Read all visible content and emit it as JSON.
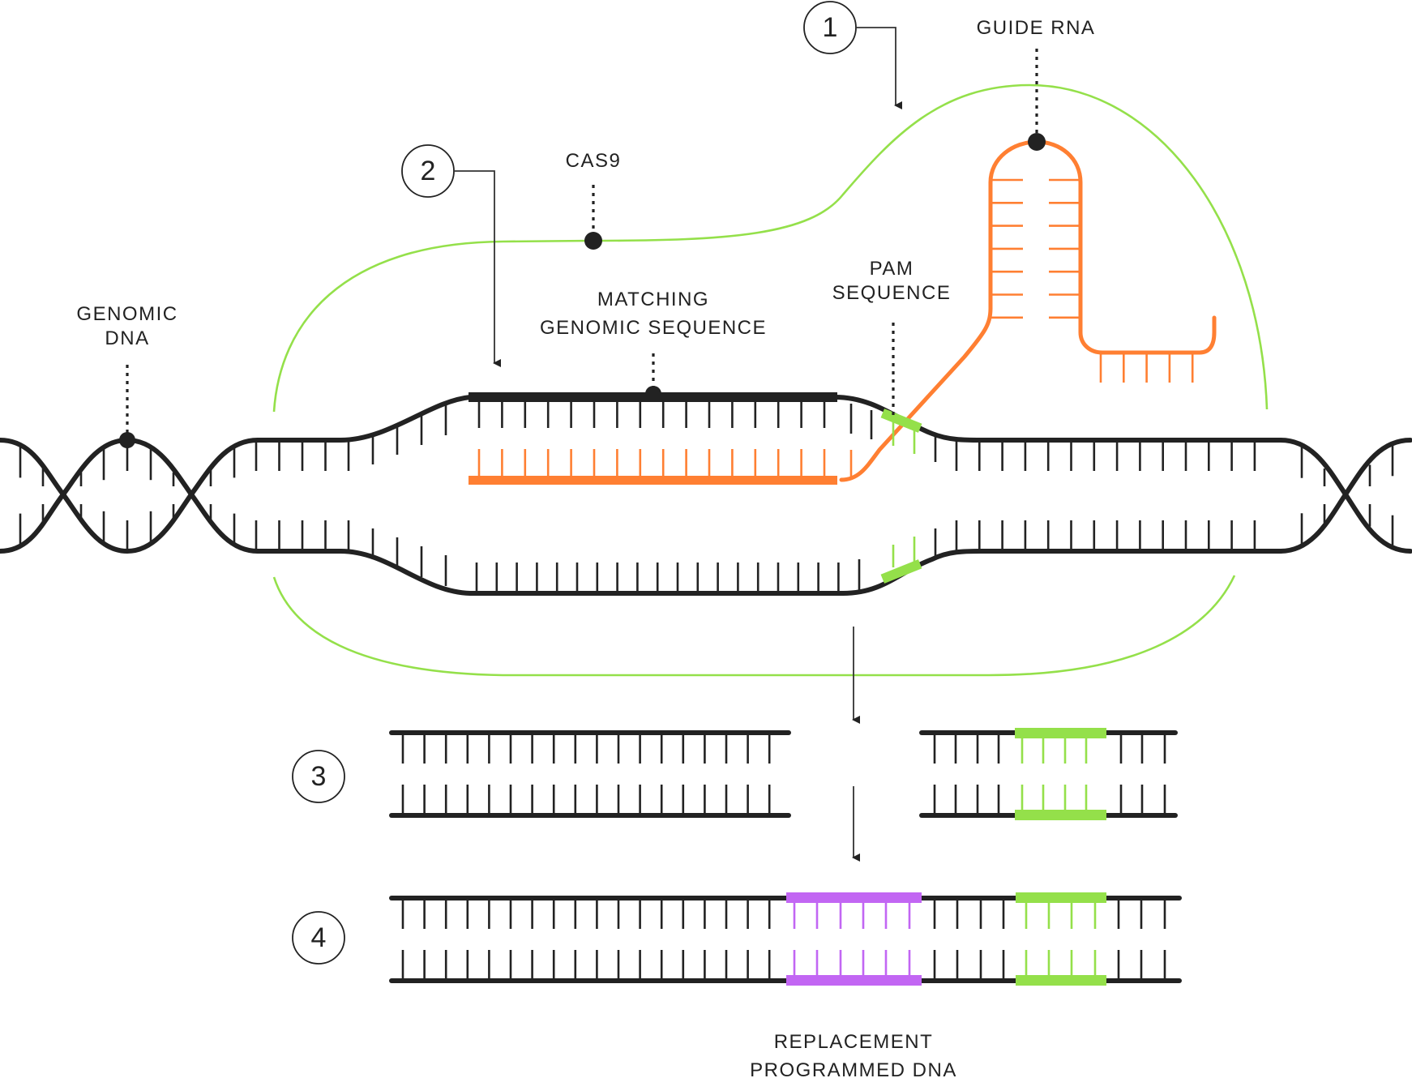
{
  "title": "CRISPR-Cas9 gene editing diagram",
  "colors": {
    "dna": "#222222",
    "guide_rna": "#ff7f32",
    "cas9": "#94e04a",
    "pam": "#94e04a",
    "replacement": "#c266f3"
  },
  "labels": {
    "genomic_dna": [
      "GENOMIC",
      "DNA"
    ],
    "cas9": "CAS9",
    "guide_rna": "GUIDE RNA",
    "matching_sequence": [
      "MATCHING",
      "GENOMIC SEQUENCE"
    ],
    "pam_sequence": [
      "PAM",
      "SEQUENCE"
    ],
    "replacement_dna": [
      "REPLACEMENT",
      "PROGRAMMED DNA"
    ]
  },
  "steps": [
    "1",
    "2",
    "3",
    "4"
  ]
}
